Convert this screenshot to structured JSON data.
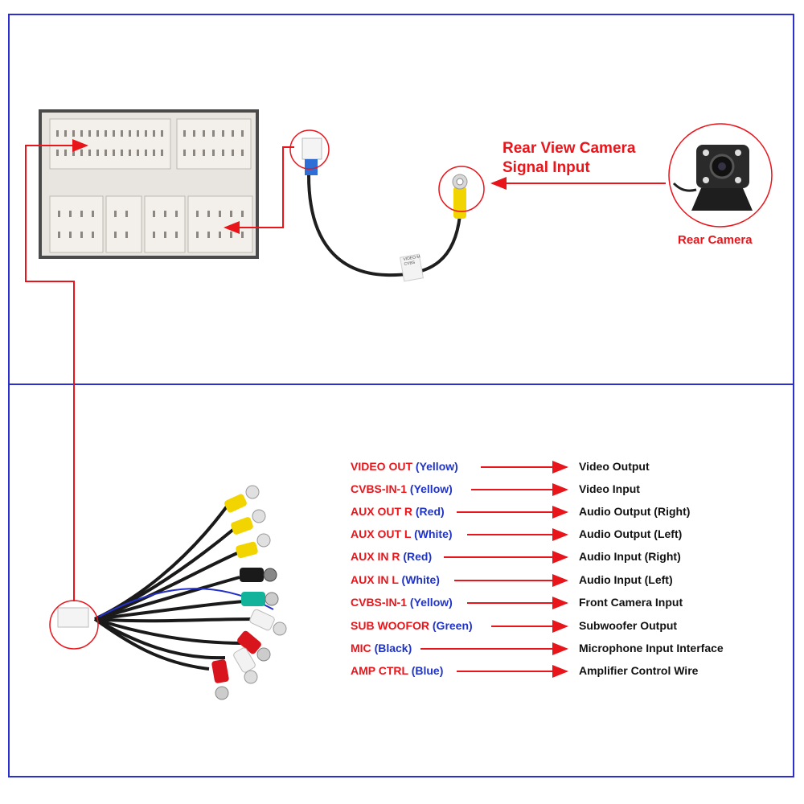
{
  "camera": {
    "title_line1": "Rear View Camera",
    "title_line2": "Signal Input",
    "label": "Rear Camera"
  },
  "cable_tag": "VIDEO-M CVBS",
  "legend": [
    {
      "name": "VIDEO OUT",
      "color": "(Yellow)",
      "description": "Video Output"
    },
    {
      "name": "CVBS-IN-1",
      "color": "(Yellow)",
      "description": "Video Input"
    },
    {
      "name": "AUX OUT R",
      "color": "(Red)",
      "description": "Audio Output (Right)"
    },
    {
      "name": "AUX OUT L",
      "color": "(White)",
      "description": "Audio Output (Left)"
    },
    {
      "name": "AUX IN R",
      "color": "(Red)",
      "description": "Audio Input (Right)"
    },
    {
      "name": "AUX IN L",
      "color": "(White)",
      "description": "Audio Input (Left)"
    },
    {
      "name": "CVBS-IN-1",
      "color": "(Yellow)",
      "description": "Front Camera Input"
    },
    {
      "name": "SUB WOOFOR",
      "color": "(Green)",
      "description": "Subwoofer Output"
    },
    {
      "name": "MIC",
      "color": "(Black)",
      "description": "Microphone Input Interface"
    },
    {
      "name": "AMP CTRL",
      "color": "(Blue)",
      "description": "Amplifier Control Wire"
    }
  ],
  "colors": {
    "frame": "#2b2fd0",
    "arrow": "#e8151b",
    "name_text": "#e8151b",
    "color_text": "#1f33c6",
    "yellow": "#f2d400",
    "red": "#d8141c",
    "white": "#f2f2f2",
    "green": "#12b39a",
    "black": "#1a1a1a"
  }
}
